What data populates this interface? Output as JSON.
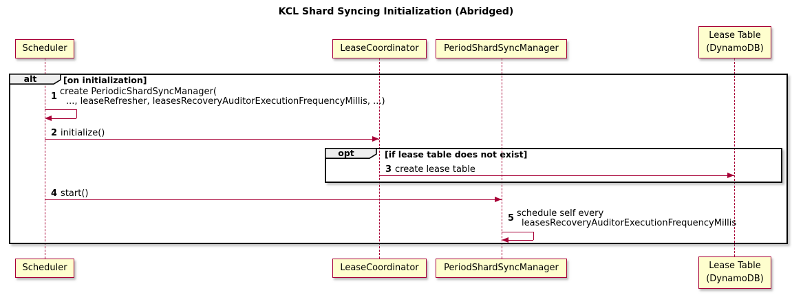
{
  "title": "KCL Shard Syncing Initialization (Abridged)",
  "colors": {
    "accent": "#A80036",
    "participant_fill": "#FEFECE",
    "frame_border": "#000000",
    "frame_label_fill": "#EEEEEE",
    "text": "#000000"
  },
  "participants": [
    {
      "id": "scheduler",
      "lines": [
        "Scheduler"
      ]
    },
    {
      "id": "lease-coordinator",
      "lines": [
        "LeaseCoordinator"
      ]
    },
    {
      "id": "period-shard-sync-manager",
      "lines": [
        "PeriodShardSyncManager"
      ]
    },
    {
      "id": "lease-table",
      "lines": [
        "Lease Table",
        "(DynamoDB)"
      ]
    }
  ],
  "frames": {
    "alt": {
      "keyword": "alt",
      "condition": "[on initialization]"
    },
    "opt": {
      "keyword": "opt",
      "condition": "[if lease table does not exist]"
    }
  },
  "messages": [
    {
      "number": "1",
      "kind": "self",
      "from": "scheduler",
      "lines": [
        "create PeriodicShardSyncManager(",
        "..., leaseRefresher, leasesRecoveryAuditorExecutionFrequencyMillis, ...)"
      ]
    },
    {
      "number": "2",
      "kind": "arrow",
      "from": "scheduler",
      "to": "lease-coordinator",
      "text": "initialize()"
    },
    {
      "number": "3",
      "kind": "arrow",
      "from": "lease-coordinator",
      "to": "lease-table",
      "text": "create lease table"
    },
    {
      "number": "4",
      "kind": "arrow",
      "from": "scheduler",
      "to": "period-shard-sync-manager",
      "text": "start()"
    },
    {
      "number": "5",
      "kind": "self",
      "from": "period-shard-sync-manager",
      "lines": [
        "schedule self every",
        "leasesRecoveryAuditorExecutionFrequencyMillis"
      ]
    }
  ]
}
